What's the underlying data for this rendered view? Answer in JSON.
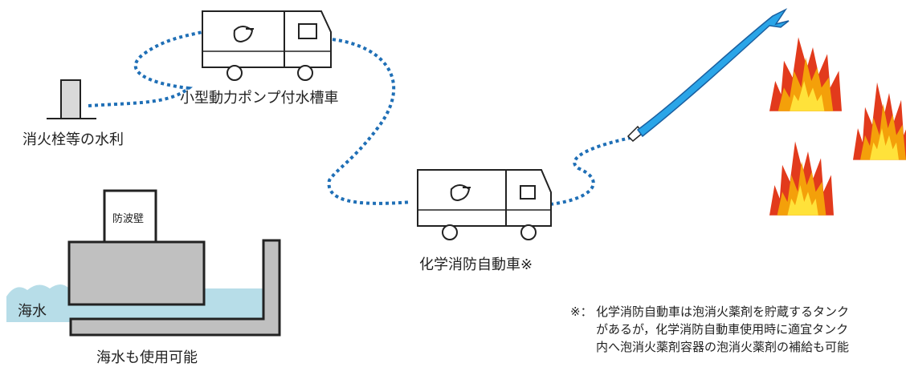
{
  "labels": {
    "hydrant": "消火栓等の水利",
    "pump_tank_truck": "小型動力ポンプ付水槽車",
    "chem_truck": "化学消防自動車※",
    "wave_wall": "防波壁",
    "seawater": "海水",
    "seawater_usable": "海水も使用可能"
  },
  "note": {
    "mark": "※：",
    "lines": [
      "化学消防自動車は泡消火薬剤を貯蔵するタンク",
      "があるが，化学消防自動車使用時に適宜タンク",
      "内へ泡消火薬剤容器の泡消火薬剤の補給も可能"
    ]
  },
  "colors": {
    "hose_dotted": "#1f6fb6",
    "water_jet": "#2aa5e8",
    "seawater": "#b7dde8",
    "wall_gray": "#c0c0c0",
    "flame_red": "#e23a1c",
    "flame_orange": "#f4a00a",
    "flame_yellow": "#ffe23a"
  }
}
